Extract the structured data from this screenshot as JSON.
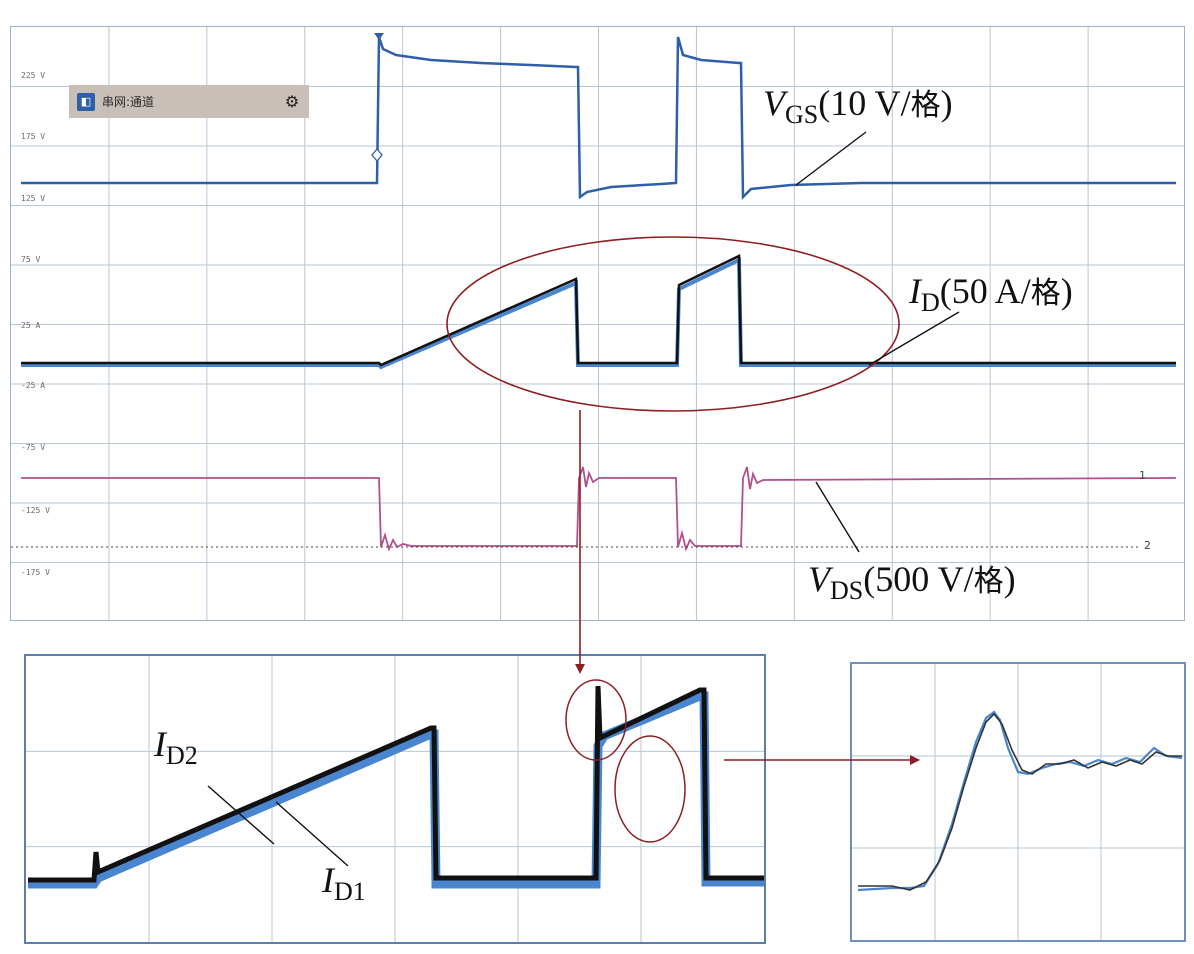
{
  "toolbar": {
    "icon_glyph": "◧",
    "label": "串网:通道",
    "gear_glyph": "⚙"
  },
  "axis_labels": [
    "225 V",
    "175 V",
    "125 V",
    "75 V",
    "25 A",
    "-25 A",
    "-75 V",
    "-125 V",
    "-175 V"
  ],
  "annotations": {
    "vgs": {
      "var": "V",
      "sub": "GS",
      "text": "(10 V/",
      "unit_cjk": "格",
      "close": ")"
    },
    "id": {
      "var": "I",
      "sub": "D",
      "text": "(50 A/",
      "unit_cjk": "格",
      "close": ")"
    },
    "vds": {
      "var": "V",
      "sub": "DS",
      "text": "(500 V/",
      "unit_cjk": "格",
      "close": ")"
    },
    "id2": {
      "var": "I",
      "sub": "D2"
    },
    "id1": {
      "var": "I",
      "sub": "D1"
    }
  },
  "channel_markers": {
    "ch1": "1",
    "ch2": "2"
  },
  "colors": {
    "vgs": "#2f5fa8",
    "id_black": "#111111",
    "id_blue": "#4a86d0",
    "vds": "#b0508c",
    "ellipse": "#8e1e22",
    "grid": "#b9c6d6"
  },
  "chart_data": [
    {
      "type": "line",
      "title": "",
      "xlabel": "",
      "ylabel": "",
      "grid": true,
      "series": [
        {
          "name": "VGS(10 V/格)",
          "shape": "double-pulse: low level, high pulse, brief low, high pulse, low"
        },
        {
          "name": "ID(50 A/格)",
          "shape": "zero, linear ramp during first pulse, zero, step + ramp during second pulse, zero"
        },
        {
          "name": "VDS(500 V/格)",
          "shape": "high level, drops with ringing during pulses, returns high"
        }
      ]
    },
    {
      "type": "line",
      "title": "",
      "series": [
        {
          "name": "ID2"
        },
        {
          "name": "ID1"
        }
      ]
    }
  ]
}
